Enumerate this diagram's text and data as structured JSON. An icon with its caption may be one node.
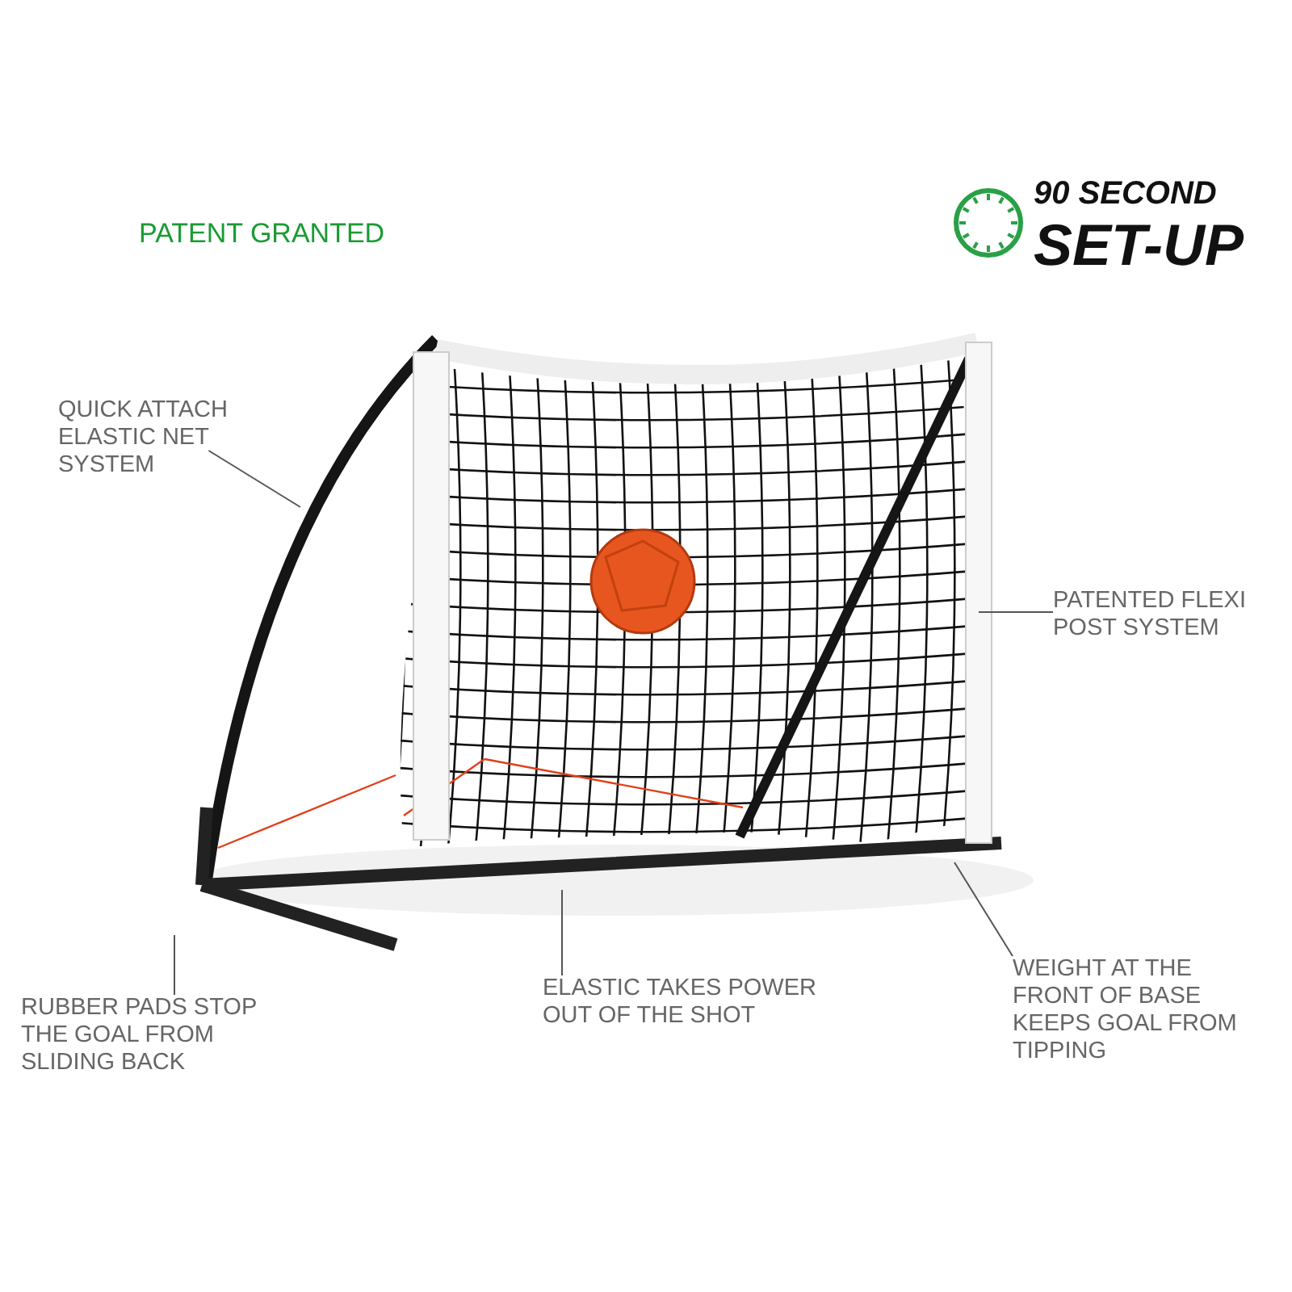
{
  "diagram": {
    "nodes": [
      {
        "text": [
          "QUICK ATTACH ELASTIC NET SYSTEM"
        ]
      },
      {
        "text": [
          "PATENTED FLEXI POST SYSTEM"
        ]
      },
      {
        "text": [
          "RUBBER PADS STOP THE GOAL FROM SLIDING BACK"
        ]
      },
      {
        "text": [
          "ELASTIC TAKES POWER OUT OF THE SHOT"
        ]
      },
      {
        "text": [
          "WEIGHT AT THE FRONT OF BASE KEEPS GOAL FROM TIPPING"
        ]
      }
    ],
    "edges": [
      {
        "from": 0,
        "to": null,
        "arrow": "none"
      },
      {
        "from": 1,
        "to": null,
        "arrow": "none"
      },
      {
        "from": 2,
        "to": null,
        "arrow": "none"
      },
      {
        "from": 3,
        "to": null,
        "arrow": "none"
      },
      {
        "from": 4,
        "to": null,
        "arrow": "none"
      }
    ],
    "labels": [
      "PATENT GRANTED",
      "90 SECOND",
      "SET-UP"
    ]
  }
}
